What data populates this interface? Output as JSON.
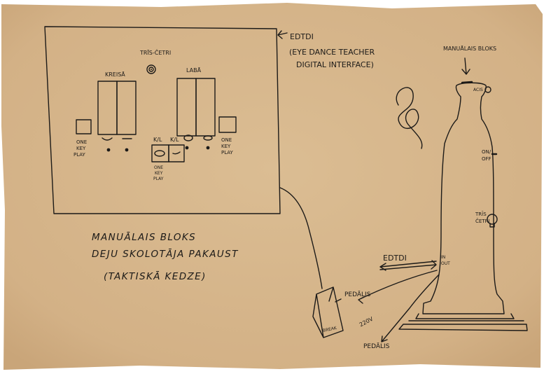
{
  "sketch": {
    "edtdi_top": "EDTDI",
    "edtdi_desc_1": "(EYE DANCE TEACHER",
    "edtdi_desc_2": "DIGITAL INTERFACE)",
    "tris_ceri": "TRĪS-ČETRI",
    "kreisa": "KREISĀ",
    "laba": "LABĀ",
    "one_key_play": [
      "ONE",
      "KEY",
      "PLAY"
    ],
    "kl": "K/L",
    "caption_line1": "MANUĀLAIS BLOKS",
    "caption_line2": "DEJU SKOLOTĀJA PAKAUST",
    "caption_line3": "(TAKTISKĀ KEDZE)",
    "manualais_bloks": "MANUĀLAIS BLOKS",
    "acis": "ACIS",
    "on_off": [
      "ON/",
      "OFF"
    ],
    "tris_ceri_side": [
      "TRĪS",
      "ČETRI"
    ],
    "edtdi_side": "EDTDI",
    "in_out": [
      "IN",
      "OUT"
    ],
    "pedalis_1": "PEDĀLIS",
    "pedalis_2": "PEDĀLIS",
    "v220": "220V",
    "break": "BREAK"
  },
  "colors": {
    "paper": "#d6b68a",
    "ink": "#1c1a18"
  }
}
